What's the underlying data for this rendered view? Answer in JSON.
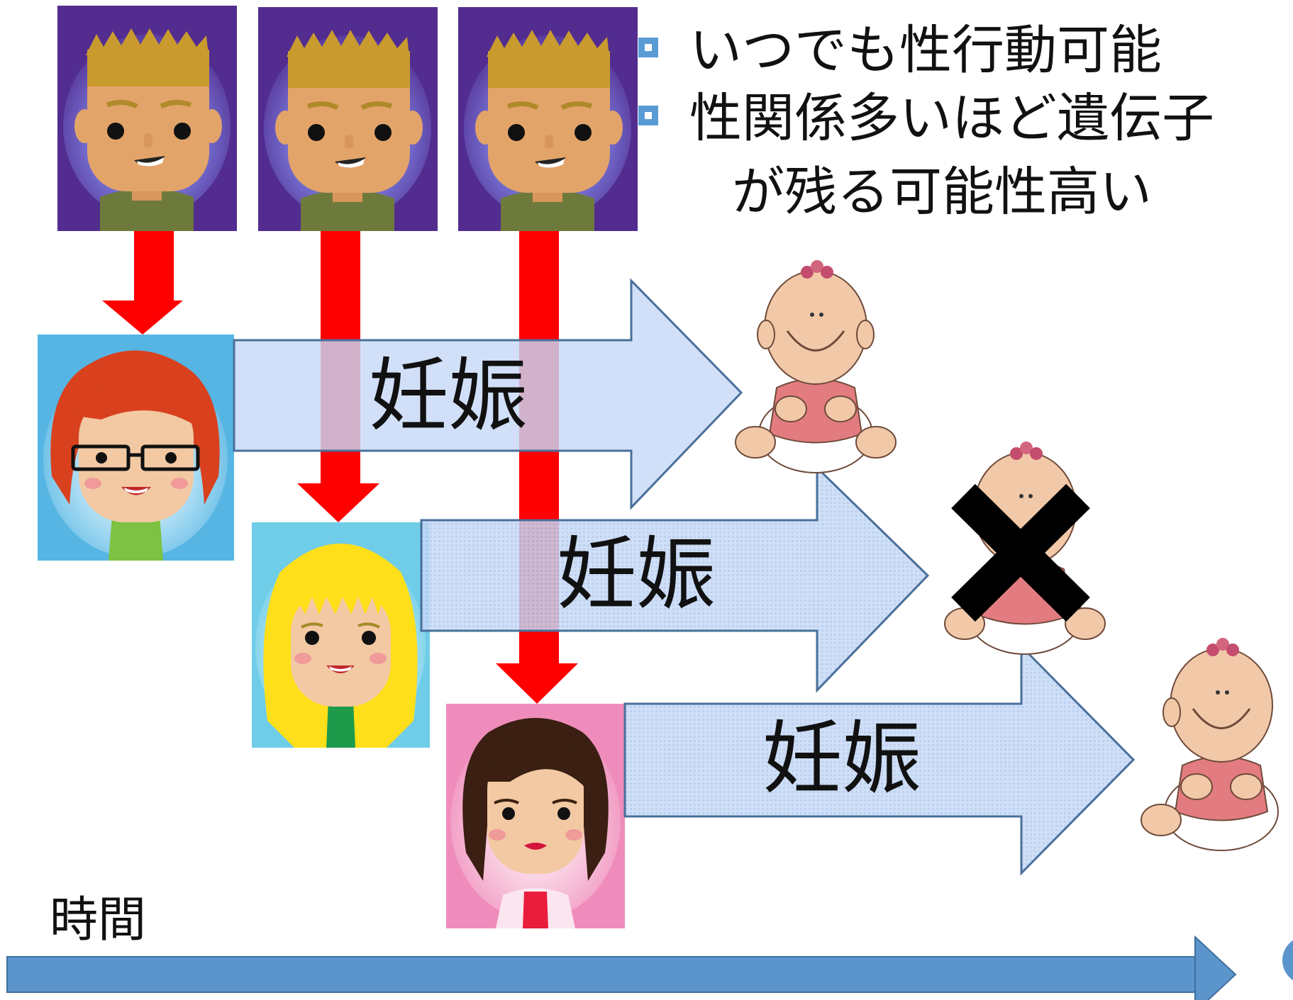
{
  "bullets": [
    {
      "text": "いつでも性行動可能"
    },
    {
      "text": "性関係多いほど遺伝子",
      "continuation": "が残る可能性高い"
    }
  ],
  "arrows": [
    {
      "label": "妊娠",
      "outcome": "birth"
    },
    {
      "label": "妊娠",
      "outcome": "lost"
    },
    {
      "label": "妊娠",
      "outcome": "birth"
    }
  ],
  "timeline": {
    "label": "時間"
  },
  "colors": {
    "male_bg": "#522c8f",
    "female1_bg": "#56b5e3",
    "female2_bg": "#6fcde8",
    "female3_bg": "#ef8cbb",
    "red_arrow": "#ff0000",
    "pregnancy_arrow_fill": "#c7d9f7",
    "pregnancy_arrow_stroke": "#4a6f9a",
    "time_arrow": "#5b95cc",
    "bullet_square": "#5b9bd5"
  },
  "icons": [
    "male-avatar-icon",
    "female-avatar-icon",
    "baby-icon",
    "cross-mark-icon"
  ]
}
